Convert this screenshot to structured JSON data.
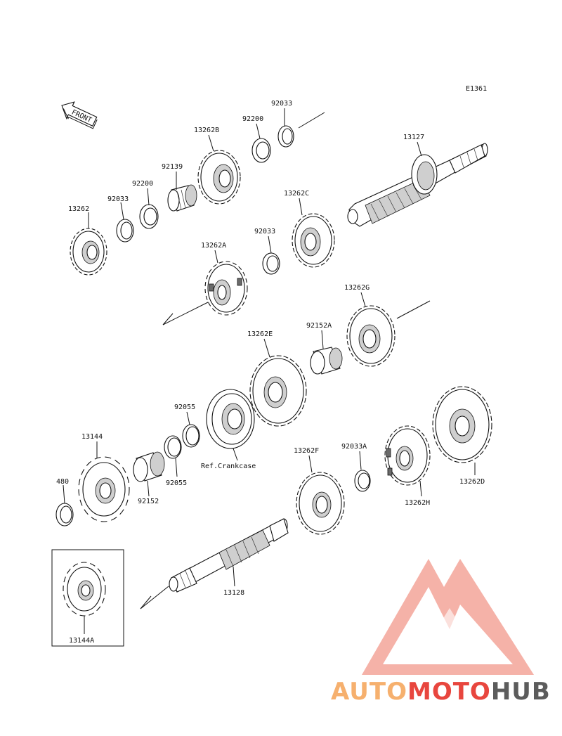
{
  "diagram": {
    "code": "E1361",
    "front_label": "FRONT",
    "labels": {
      "p13262": "13262",
      "p92033a": "92033",
      "p92200a": "92200",
      "p92139": "92139",
      "p13262b": "13262B",
      "p92200b": "92200",
      "p92033b": "92033",
      "p13127": "13127",
      "p13262c": "13262C",
      "p92033c": "92033",
      "p13262a": "13262A",
      "p13262g": "13262G",
      "p92152a": "92152A",
      "p13262e": "13262E",
      "p92055a": "92055",
      "p92055b": "92055",
      "pcrank": "Ref.Crankcase",
      "p13144": "13144",
      "p480": "480",
      "p92152": "92152",
      "p13262f": "13262F",
      "p92033d": "92033A",
      "p13262d": "13262D",
      "p13262h": "13262H",
      "p13128": "13128",
      "p13144a": "13144A"
    }
  },
  "watermark": {
    "word_auto": "AUTO",
    "word_moto": "MOTO",
    "word_hub": "HUB",
    "colors": {
      "orange": "#f6b06e",
      "red": "#e8463e",
      "grey": "#5c5c5c",
      "triangle": "#f4a59a"
    }
  }
}
